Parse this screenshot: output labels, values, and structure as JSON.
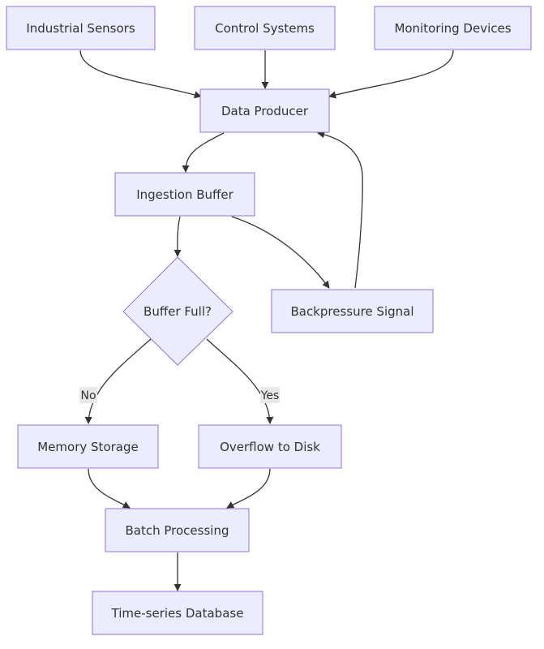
{
  "diagram": {
    "nodes": {
      "industrial_sensors": "Industrial Sensors",
      "control_systems": "Control Systems",
      "monitoring_devices": "Monitoring Devices",
      "data_producer": "Data Producer",
      "ingestion_buffer": "Ingestion Buffer",
      "buffer_full": "Buffer Full?",
      "backpressure_signal": "Backpressure Signal",
      "memory_storage": "Memory Storage",
      "overflow_to_disk": "Overflow to Disk",
      "batch_processing": "Batch Processing",
      "timeseries_database": "Time-series Database"
    },
    "edge_labels": {
      "no": "No",
      "yes": "Yes"
    },
    "colors": {
      "node_fill": "#ECECFF",
      "node_stroke": "#9370DB",
      "edge": "#333333",
      "label_bg": "#e8e8e8"
    }
  }
}
